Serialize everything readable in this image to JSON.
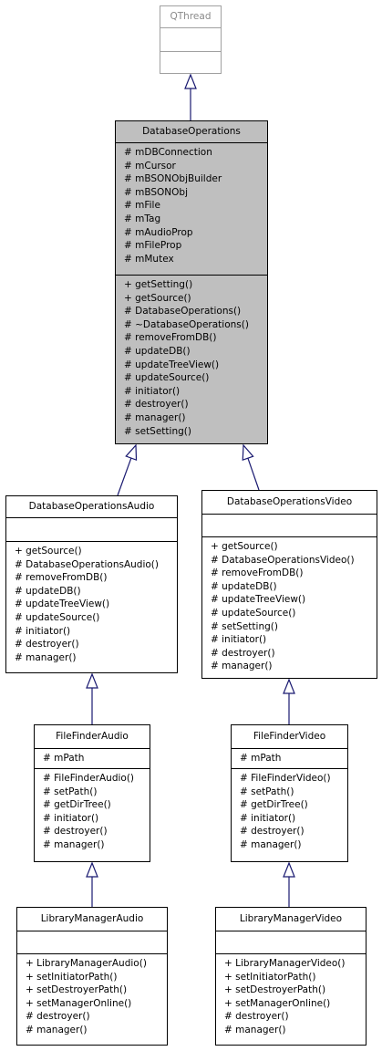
{
  "colors": {
    "edge": "#191970",
    "focus_fill": "#bfbfbf",
    "base_border": "#a0a0a0"
  },
  "classes": {
    "qthread": {
      "name": "QThread",
      "attributes": [],
      "operations": []
    },
    "database_operations": {
      "name": "DatabaseOperations",
      "attributes": [
        "# mDBConnection",
        "# mCursor",
        "# mBSONObjBuilder",
        "# mBSONObj",
        "# mFile",
        "# mTag",
        "# mAudioProp",
        "# mFileProp",
        "# mMutex"
      ],
      "operations": [
        "+ getSetting()",
        "+ getSource()",
        "# DatabaseOperations()",
        "# ~DatabaseOperations()",
        "# removeFromDB()",
        "# updateDB()",
        "# updateTreeView()",
        "# updateSource()",
        "# initiator()",
        "# destroyer()",
        "# manager()",
        "# setSetting()"
      ]
    },
    "database_operations_audio": {
      "name": "DatabaseOperationsAudio",
      "attributes": [],
      "operations": [
        "+ getSource()",
        "# DatabaseOperationsAudio()",
        "# removeFromDB()",
        "# updateDB()",
        "# updateTreeView()",
        "# updateSource()",
        "# initiator()",
        "# destroyer()",
        "# manager()"
      ]
    },
    "database_operations_video": {
      "name": "DatabaseOperationsVideo",
      "attributes": [],
      "operations": [
        "+ getSource()",
        "# DatabaseOperationsVideo()",
        "# removeFromDB()",
        "# updateDB()",
        "# updateTreeView()",
        "# updateSource()",
        "# setSetting()",
        "# initiator()",
        "# destroyer()",
        "# manager()"
      ]
    },
    "file_finder_audio": {
      "name": "FileFinderAudio",
      "attributes": [
        "# mPath"
      ],
      "operations": [
        "# FileFinderAudio()",
        "# setPath()",
        "# getDirTree()",
        "# initiator()",
        "# destroyer()",
        "# manager()"
      ]
    },
    "file_finder_video": {
      "name": "FileFinderVideo",
      "attributes": [
        "# mPath"
      ],
      "operations": [
        "# FileFinderVideo()",
        "# setPath()",
        "# getDirTree()",
        "# initiator()",
        "# destroyer()",
        "# manager()"
      ]
    },
    "library_manager_audio": {
      "name": "LibraryManagerAudio",
      "attributes": [],
      "operations": [
        "+ LibraryManagerAudio()",
        "+ setInitiatorPath()",
        "+ setDestroyerPath()",
        "+ setManagerOnline()",
        "# destroyer()",
        "# manager()"
      ]
    },
    "library_manager_video": {
      "name": "LibraryManagerVideo",
      "attributes": [],
      "operations": [
        "+ LibraryManagerVideo()",
        "+ setInitiatorPath()",
        "+ setDestroyerPath()",
        "+ setManagerOnline()",
        "# destroyer()",
        "# manager()"
      ]
    }
  },
  "inheritance": [
    {
      "child": "database_operations",
      "parent": "qthread"
    },
    {
      "child": "database_operations_audio",
      "parent": "database_operations"
    },
    {
      "child": "database_operations_video",
      "parent": "database_operations"
    },
    {
      "child": "file_finder_audio",
      "parent": "database_operations_audio"
    },
    {
      "child": "file_finder_video",
      "parent": "database_operations_video"
    },
    {
      "child": "library_manager_audio",
      "parent": "file_finder_audio"
    },
    {
      "child": "library_manager_video",
      "parent": "file_finder_video"
    }
  ]
}
